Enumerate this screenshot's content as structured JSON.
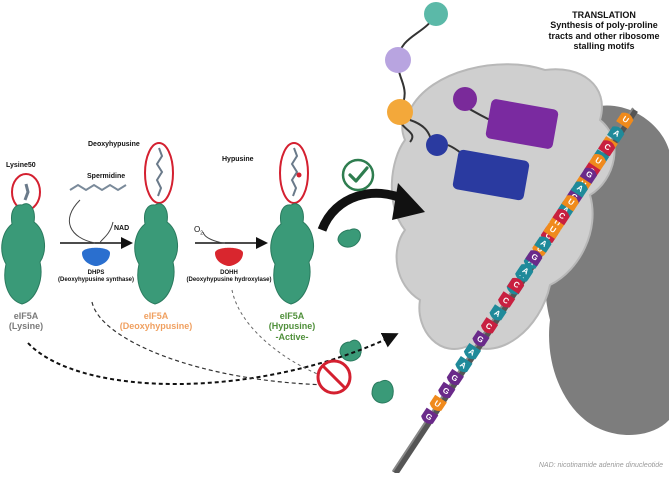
{
  "title": {
    "line1": "TRANSLATION",
    "line2": "Synthesis of poly-proline",
    "line3": "tracts and other ribosome",
    "line4": "stalling motifs"
  },
  "labels": {
    "lysine50": "Lysine50",
    "deoxyhypusine": "Deoxyhypusine",
    "hypusine": "Hypusine",
    "spermidine": "Spermidine",
    "nad": "NAD",
    "o2": "O",
    "o2_sub": "2"
  },
  "enzymes": {
    "dhps_name": "DHPS",
    "dhps_full": "(Deoxyhypusine synthase)",
    "dohh_name": "DOHH",
    "dohh_full": "(Deoxyhypusine hydroxylase)"
  },
  "states": {
    "s1_line1": "eIF5A",
    "s1_line2": "(Lysine)",
    "s2_line1": "eIF5A",
    "s2_line2": "(Deoxyhypusine)",
    "s3_line1": "eIF5A",
    "s3_line2": "(Hypusine)",
    "s3_line3": "-Active-"
  },
  "mrna": {
    "codons_upper": [
      "U",
      "A",
      "C",
      "U",
      "G",
      "A",
      "U",
      "C",
      "U",
      "A",
      "G",
      "A",
      "C"
    ],
    "codons_lower": [
      "U",
      "A",
      "C",
      "U",
      "G",
      "A",
      "U",
      "C",
      "U",
      "A",
      "A",
      "A",
      "C",
      "A",
      "C",
      "G",
      "A",
      "A",
      "G",
      "G",
      "U",
      "G"
    ]
  },
  "footnote": "NAD: nicotinamide adenine dinucleotide",
  "colors": {
    "protein": "#3a9a78",
    "enzyme_dhps": "#2a6fcf",
    "enzyme_dohh": "#d9262e",
    "highlight": "#d42030",
    "ribosome_light": "#cfcfcf",
    "ribosome_dark": "#7a7a7a",
    "check": "#2e7d4f",
    "label_deoxy": "#f0a060",
    "label_active": "#4f8f3a",
    "nuc_A": "#1f8a9a",
    "nuc_U": "#f08a1c",
    "nuc_C": "#c82040",
    "nuc_G": "#6a2a8a"
  },
  "icons": [
    "check-icon",
    "no-entry-icon"
  ]
}
